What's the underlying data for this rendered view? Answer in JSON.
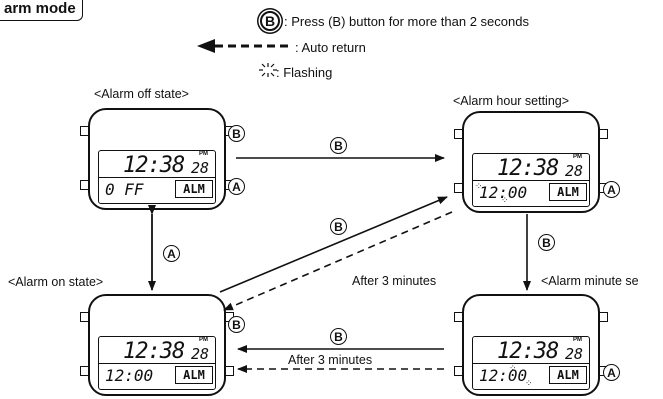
{
  "mode_title": "arm mode",
  "legend": {
    "button_symbol": "B",
    "button_text": ": Press (B) button for more than 2 seconds",
    "auto_return_text": ": Auto return",
    "flashing_text": ": Flashing"
  },
  "states": {
    "off": "<Alarm off state>",
    "hour": "<Alarm hour setting>",
    "on": "<Alarm on state>",
    "minute": "<Alarm minute  se"
  },
  "watches": {
    "off": {
      "time": "12:38",
      "seconds": "28",
      "pm": "PM",
      "bottom": "0 FF",
      "alm": "ALM",
      "btn_top": "B",
      "btn_bottom": "A"
    },
    "hour": {
      "time": "12:38",
      "seconds": "28",
      "pm": "PM",
      "bottom": "12:00",
      "alm": "ALM",
      "btn_bottom": "A"
    },
    "on": {
      "time": "12:38",
      "seconds": "28",
      "pm": "PM",
      "bottom": "12:00",
      "alm": "ALM",
      "btn_top": "B"
    },
    "minute": {
      "time": "12:38",
      "seconds": "28",
      "pm": "PM",
      "bottom": "12:00",
      "alm": "ALM",
      "btn_bottom": "A"
    }
  },
  "arrows": {
    "b_top": "B",
    "b_diag": "B",
    "b_down": "B",
    "b_bottom": "B",
    "a_vertical": "A"
  },
  "notes": {
    "after_diag": "After 3 minutes",
    "after_bottom": "After 3 minutes"
  }
}
